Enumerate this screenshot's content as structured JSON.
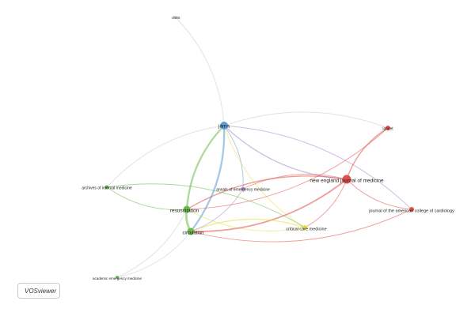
{
  "app": {
    "name": "VOSviewer"
  },
  "colors": {
    "blue": "#5b9bd5",
    "green": "#6aba48",
    "red": "#e0504a",
    "yellow": "#e8dc3a",
    "purple": "#a98cc8",
    "grey": "#cfcfcf"
  },
  "network": {
    "nodes": [
      {
        "id": "chest",
        "label": "chest",
        "cluster": "grey"
      },
      {
        "id": "jama",
        "label": "jama",
        "cluster": "blue"
      },
      {
        "id": "lancet",
        "label": "lancet",
        "cluster": "red"
      },
      {
        "id": "nejm",
        "label": "new england journal of medicine",
        "cluster": "red"
      },
      {
        "id": "jacc",
        "label": "journal of the american college of cardiology",
        "cluster": "red"
      },
      {
        "id": "aim",
        "label": "archives of internal medicine",
        "cluster": "green"
      },
      {
        "id": "aem",
        "label": "annals of emergency medicine",
        "cluster": "purple"
      },
      {
        "id": "resus",
        "label": "resuscitation",
        "cluster": "green"
      },
      {
        "id": "circ",
        "label": "circulation",
        "cluster": "green"
      },
      {
        "id": "ccm",
        "label": "critical care medicine",
        "cluster": "yellow"
      },
      {
        "id": "acem",
        "label": "academic emergency medicine",
        "cluster": "green"
      }
    ],
    "links": [
      {
        "source": "chest",
        "target": "jama",
        "strength": 1,
        "color": "grey"
      },
      {
        "source": "jama",
        "target": "resus",
        "strength": 4,
        "color": "green"
      },
      {
        "source": "jama",
        "target": "circ",
        "strength": 4,
        "color": "blue"
      },
      {
        "source": "jama",
        "target": "nejm",
        "strength": 2,
        "color": "purple"
      },
      {
        "source": "jama",
        "target": "lancet",
        "strength": 1,
        "color": "grey"
      },
      {
        "source": "jama",
        "target": "aim",
        "strength": 1,
        "color": "grey"
      },
      {
        "source": "jama",
        "target": "aem",
        "strength": 1,
        "color": "blue"
      },
      {
        "source": "jama",
        "target": "ccm",
        "strength": 1,
        "color": "yellow"
      },
      {
        "source": "jama",
        "target": "jacc",
        "strength": 1,
        "color": "purple"
      },
      {
        "source": "resus",
        "target": "circ",
        "strength": 5,
        "color": "green"
      },
      {
        "source": "resus",
        "target": "nejm",
        "strength": 2,
        "color": "red"
      },
      {
        "source": "resus",
        "target": "ccm",
        "strength": 1,
        "color": "yellow"
      },
      {
        "source": "resus",
        "target": "aim",
        "strength": 1,
        "color": "green"
      },
      {
        "source": "circ",
        "target": "nejm",
        "strength": 3,
        "color": "red"
      },
      {
        "source": "circ",
        "target": "ccm",
        "strength": 2,
        "color": "yellow"
      },
      {
        "source": "circ",
        "target": "jacc",
        "strength": 1,
        "color": "red"
      },
      {
        "source": "circ",
        "target": "acem",
        "strength": 1,
        "color": "grey"
      },
      {
        "source": "circ",
        "target": "aem",
        "strength": 1,
        "color": "purple"
      },
      {
        "source": "nejm",
        "target": "lancet",
        "strength": 2,
        "color": "red"
      },
      {
        "source": "nejm",
        "target": "jacc",
        "strength": 1,
        "color": "red"
      },
      {
        "source": "nejm",
        "target": "ccm",
        "strength": 1,
        "color": "red"
      },
      {
        "source": "nejm",
        "target": "aem",
        "strength": 1,
        "color": "red"
      },
      {
        "source": "aim",
        "target": "ccm",
        "strength": 1,
        "color": "green"
      },
      {
        "source": "acem",
        "target": "resus",
        "strength": 1,
        "color": "grey"
      },
      {
        "source": "lancet",
        "target": "resus",
        "strength": 1,
        "color": "red"
      }
    ]
  }
}
